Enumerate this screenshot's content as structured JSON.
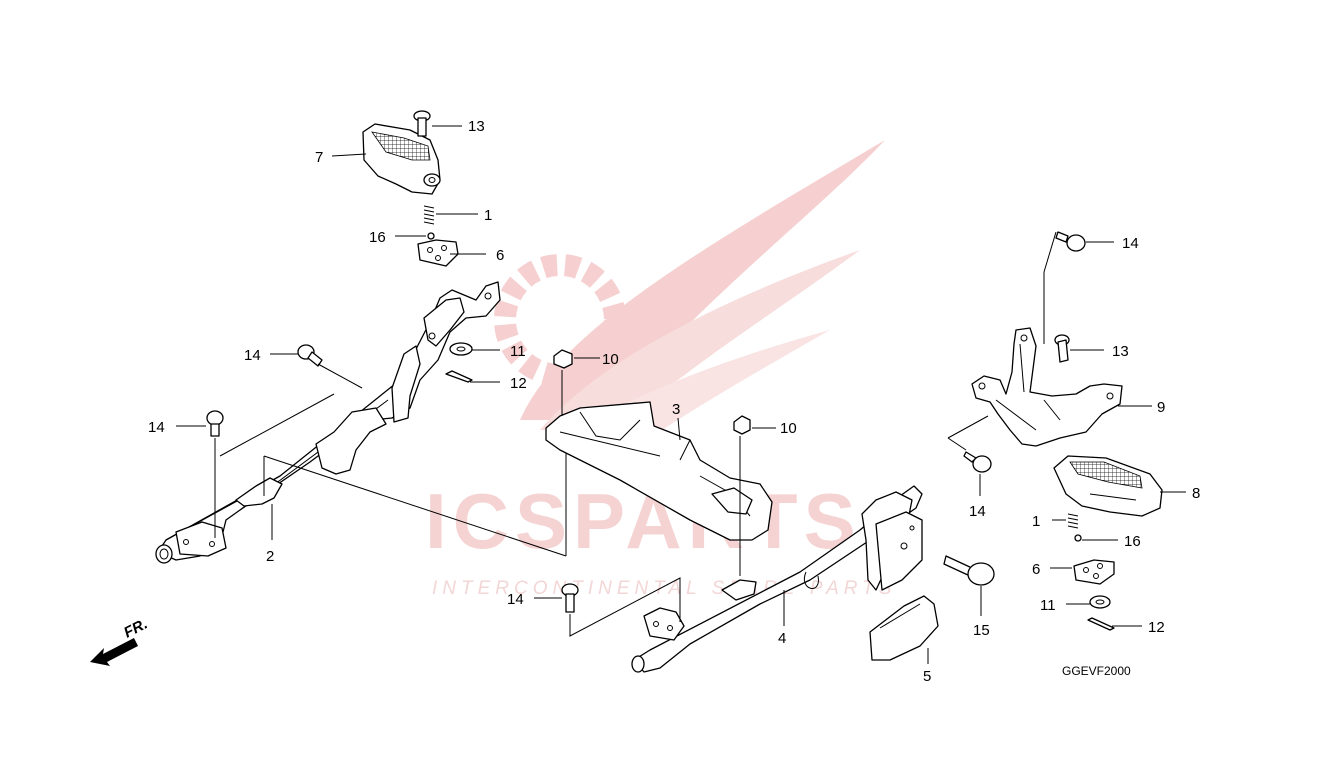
{
  "watermark": {
    "brand": "ICSPARTS",
    "tagline": "INTERCONTINENTAL SPARE PARTS",
    "color": "#f0b8b8"
  },
  "diagram_code": "GGEVF2000",
  "front_indicator": "FR.",
  "callouts": [
    {
      "id": "c13a",
      "text": "13"
    },
    {
      "id": "c7",
      "text": "7"
    },
    {
      "id": "c1a",
      "text": "1"
    },
    {
      "id": "c16a",
      "text": "16"
    },
    {
      "id": "c6a",
      "text": "6"
    },
    {
      "id": "c14a",
      "text": "14"
    },
    {
      "id": "c11a",
      "text": "11"
    },
    {
      "id": "c12a",
      "text": "12"
    },
    {
      "id": "c10a",
      "text": "10"
    },
    {
      "id": "c14b",
      "text": "14"
    },
    {
      "id": "c2",
      "text": "2"
    },
    {
      "id": "c3",
      "text": "3"
    },
    {
      "id": "c10b",
      "text": "10"
    },
    {
      "id": "c14c",
      "text": "14"
    },
    {
      "id": "c4",
      "text": "4"
    },
    {
      "id": "c5",
      "text": "5"
    },
    {
      "id": "c15",
      "text": "15"
    },
    {
      "id": "c14d",
      "text": "14"
    },
    {
      "id": "c13b",
      "text": "13"
    },
    {
      "id": "c9",
      "text": "9"
    },
    {
      "id": "c14e",
      "text": "14"
    },
    {
      "id": "c8",
      "text": "8"
    },
    {
      "id": "c1b",
      "text": "1"
    },
    {
      "id": "c16b",
      "text": "16"
    },
    {
      "id": "c6b",
      "text": "6"
    },
    {
      "id": "c11b",
      "text": "11"
    },
    {
      "id": "c12b",
      "text": "12"
    }
  ]
}
